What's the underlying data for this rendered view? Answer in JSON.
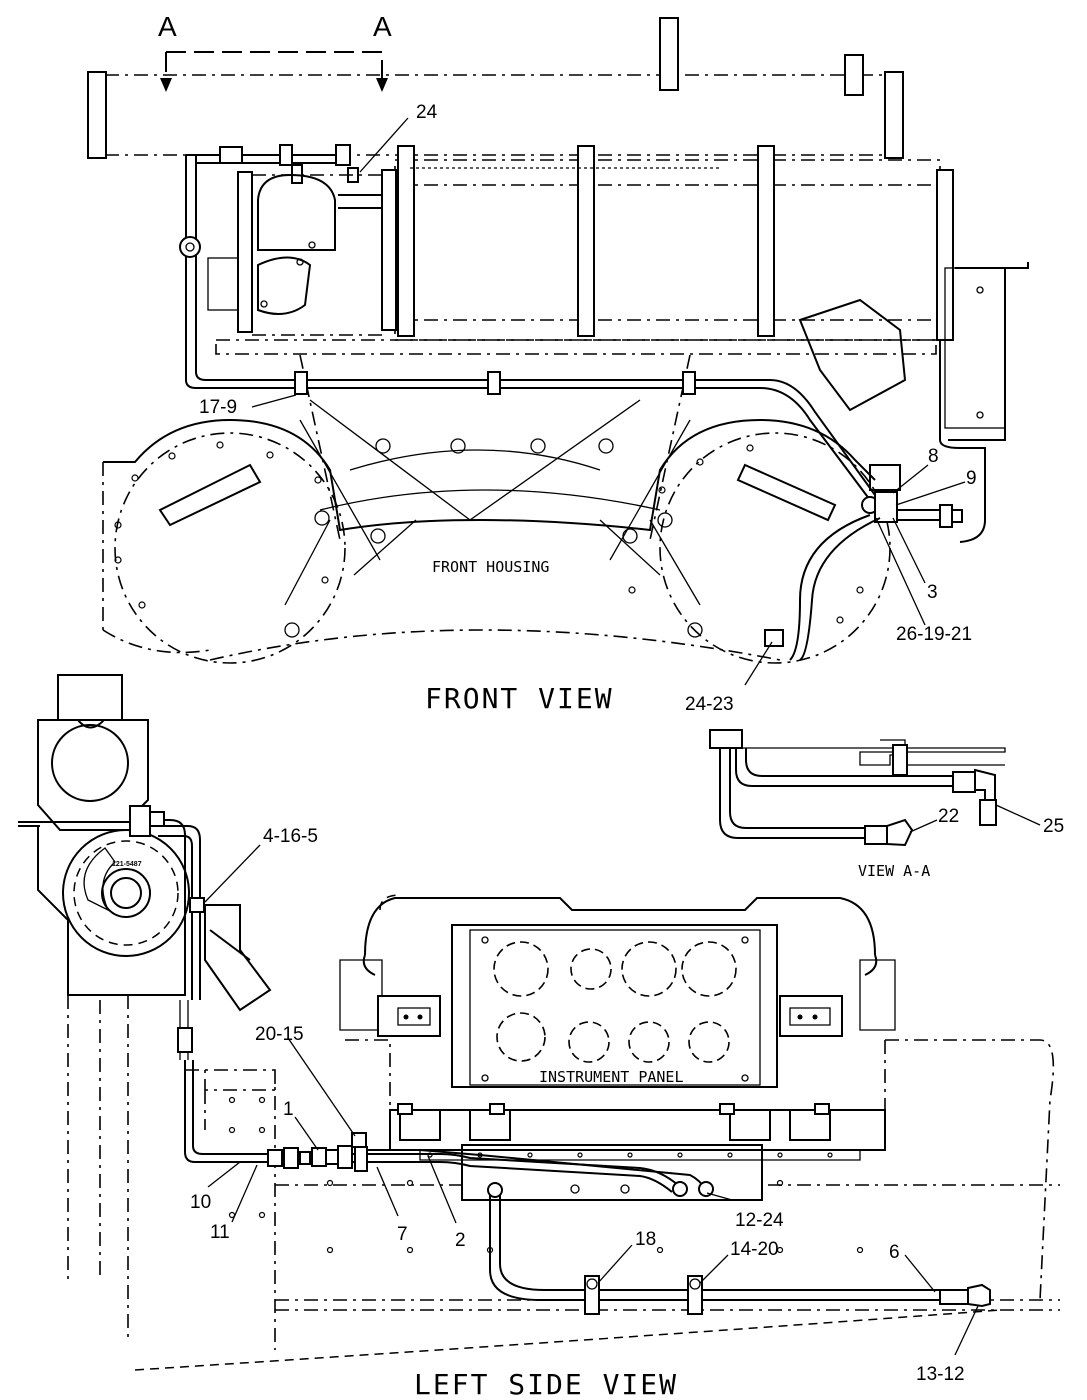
{
  "section_marks": {
    "left": "A",
    "right": "A"
  },
  "view_titles": {
    "front": "FRONT VIEW",
    "view_aa": "VIEW A-A",
    "left_side": "LEFT SIDE VIEW"
  },
  "labels": {
    "front_housing": "FRONT HOUSING",
    "instrument_panel": "INSTRUMENT PANEL",
    "part_tag": "121-5487"
  },
  "callouts": {
    "c24_top": "24",
    "c17_9": "17-9",
    "c8": "8",
    "c9": "9",
    "c3": "3",
    "c26_19_21": "26-19-21",
    "c24_23": "24-23",
    "c22": "22",
    "c25": "25",
    "c4_16_5": "4-16-5",
    "c20_15": "20-15",
    "c1": "1",
    "c10": "10",
    "c11": "11",
    "c7": "7",
    "c2": "2",
    "c12_24": "12-24",
    "c18": "18",
    "c14_20": "14-20",
    "c6": "6",
    "c13_12": "13-12"
  }
}
